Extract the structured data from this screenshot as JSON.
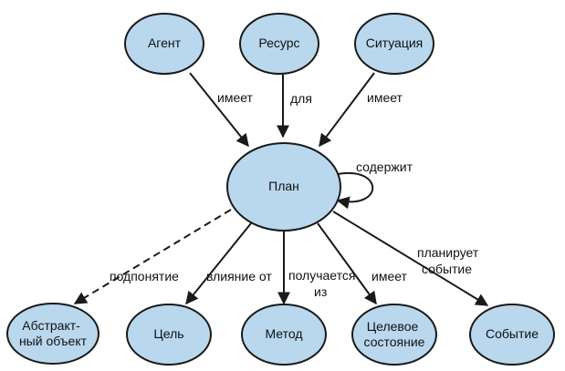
{
  "nodes": {
    "agent": {
      "label": [
        "Агент"
      ]
    },
    "resource": {
      "label": [
        "Ресурс"
      ]
    },
    "situation": {
      "label": [
        "Ситуация"
      ]
    },
    "plan": {
      "label": [
        "План"
      ]
    },
    "abstract_object": {
      "label": [
        "Абстракт-",
        "ный объект"
      ]
    },
    "goal": {
      "label": [
        "Цель"
      ]
    },
    "method": {
      "label": [
        "Метод"
      ]
    },
    "target_state": {
      "label": [
        "Целевое",
        "состояние"
      ]
    },
    "event": {
      "label": [
        "Событие"
      ]
    }
  },
  "edges": {
    "agent_plan": {
      "label": [
        "имеет"
      ]
    },
    "resource_plan": {
      "label": [
        "для"
      ]
    },
    "situation_plan": {
      "label": [
        "имеет"
      ]
    },
    "plan_self": {
      "label": [
        "содержит"
      ]
    },
    "plan_abstract": {
      "label": [
        "подпонятие"
      ]
    },
    "plan_goal": {
      "label": [
        "влияние от"
      ]
    },
    "plan_method": {
      "label": [
        "получается",
        "из"
      ]
    },
    "plan_state": {
      "label": [
        "имеет"
      ]
    },
    "plan_event": {
      "label": [
        "планирует",
        "событие"
      ]
    }
  }
}
